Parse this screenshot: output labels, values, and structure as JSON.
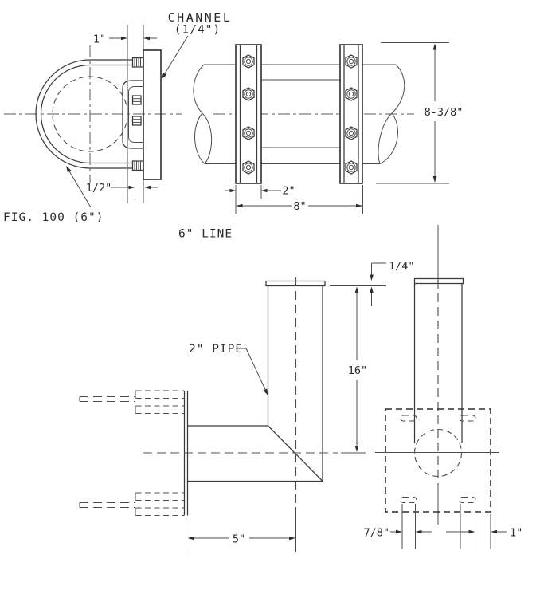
{
  "drawing": {
    "background": "#ffffff",
    "line_color": "#3a3a3a",
    "views": {
      "clamp_front": {
        "fig_label": "FIG. 100 (6\")",
        "channel_label": "CHANNEL",
        "channel_size": "(1/4\")",
        "dim_offset": "1\"",
        "dim_gap": "1/2\""
      },
      "clamp_side": {
        "dim_height": "8-3/8\"",
        "dim_channel_width": "2\"",
        "dim_span": "8\"",
        "line_label": "6\" LINE"
      },
      "stand_front": {
        "pipe_label": "2\" PIPE",
        "dim_cap": "1/4\"",
        "dim_height": "16\"",
        "dim_arm": "5\""
      },
      "stand_base": {
        "dim_slot": "7/8\"",
        "dim_edge": "1\""
      }
    }
  }
}
